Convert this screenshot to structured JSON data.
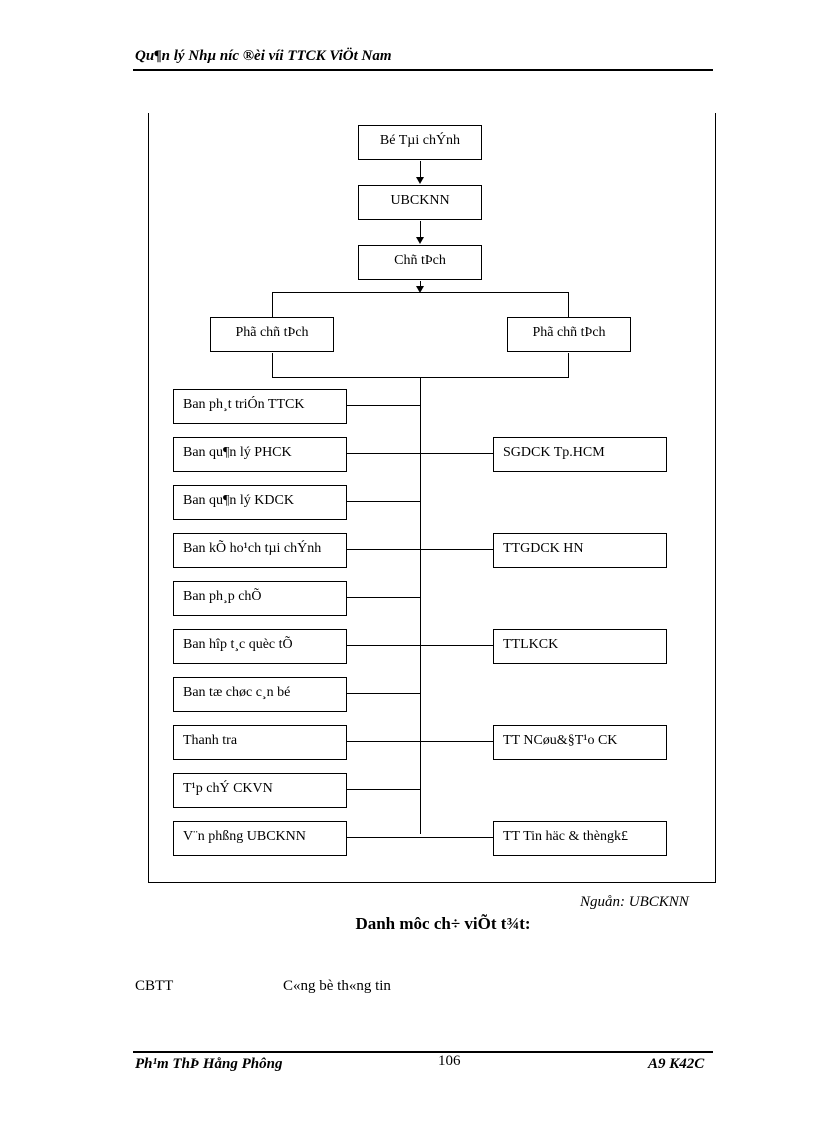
{
  "header": {
    "title": "Qu¶n lý Nhµ n­íc  ®èi víi TTCK  ViÖt Nam"
  },
  "org_chart": {
    "top": [
      "Bé Tµi  chÝnh",
      "UBCKNN",
      "Chñ tÞch"
    ],
    "vice": [
      "Phã chñ tÞch",
      "Phã chñ tÞch"
    ],
    "left_units": [
      "Ban ph¸t triÓn TTCK",
      "Ban qu¶n lý PHCK",
      "Ban  qu¶n lý KDCK",
      "Ban kÕ ho¹ch tµi chÝnh",
      "Ban ph¸p chÕ",
      "Ban hîp t¸c quèc tÕ",
      "Ban tæ chøc c¸n bé",
      "Thanh  tra",
      "T¹p chÝ CKVN",
      "V¨n phßng UBCKNN"
    ],
    "right_units": [
      "SGDCK Tp.HCM",
      "TTGDCK  HN",
      "TTLKCK",
      "TT NCøu&§T¹o CK",
      "TT Tin  häc & thèngk£"
    ]
  },
  "source": "Nguån: UBCKNN",
  "section_title": "Danh môc ch÷ viÕt t¾t:",
  "abbreviations": [
    {
      "abbr": "CBTT",
      "meaning": "C«ng bè th«ng tin"
    }
  ],
  "footer": {
    "author": "Ph¹m ThÞ Hång Phông",
    "page": "106",
    "class": "A9 K42C"
  }
}
